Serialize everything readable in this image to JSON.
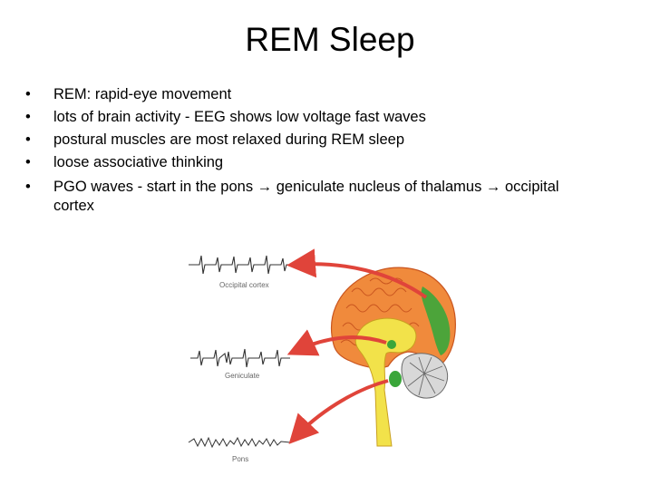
{
  "slide": {
    "title": "REM Sleep",
    "bullet_symbol": "•",
    "bullets": [
      "REM: rapid-eye movement",
      "lots of brain activity - EEG shows low voltage fast waves",
      "postural muscles are most relaxed during REM sleep",
      "loose associative thinking",
      "PGO waves - start in the pons → geniculate nucleus of thalamus → occipital cortex"
    ]
  },
  "figure": {
    "labels": {
      "occipital": "Occipital cortex",
      "geniculate": "Geniculate",
      "pons": "Pons"
    },
    "colors": {
      "arrow": "#e0443a",
      "cortex": "#f08a3c",
      "gyri_line": "#c9551f",
      "highlight": "#3aa63a",
      "midbrain": "#f2e24a",
      "cerebellum": "#8a8a8a"
    }
  }
}
